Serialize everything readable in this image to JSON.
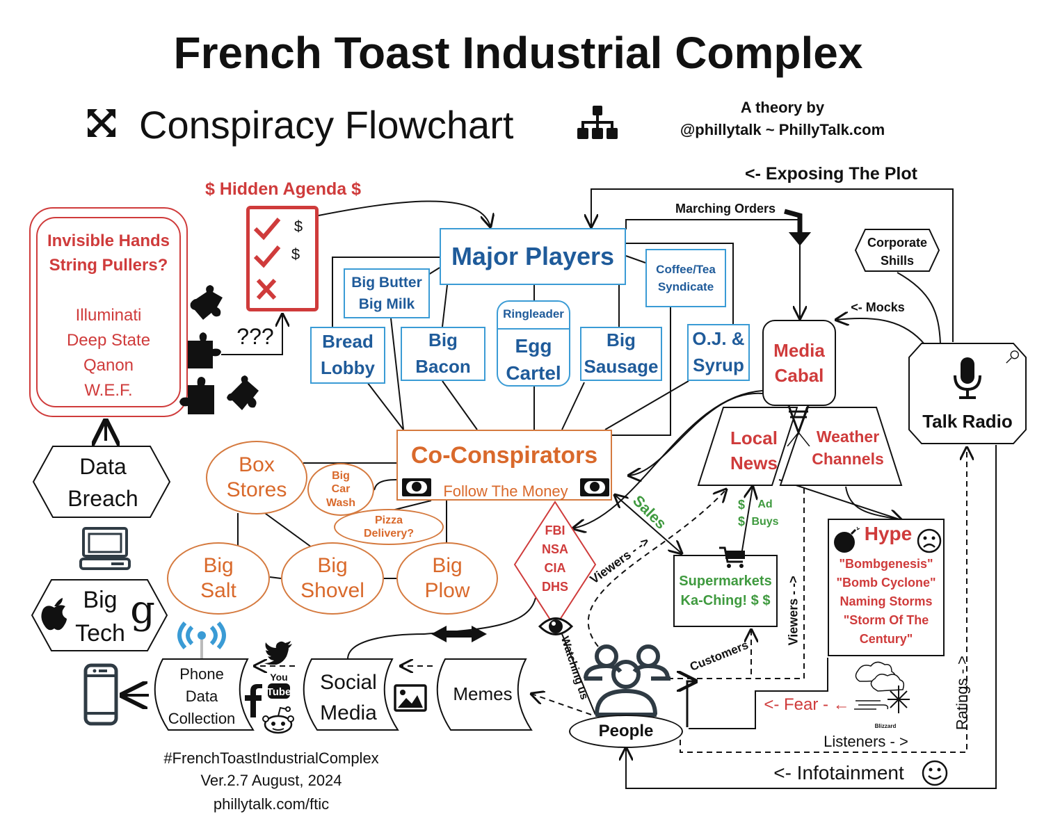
{
  "header": {
    "title": "French Toast Industrial Complex",
    "subtitle": "Conspiracy Flowchart",
    "subtitle_left_icon": "expand-arrows-icon",
    "subtitle_right_icon": "org-chart-icon",
    "credit_line1": "A theory by",
    "credit_line2": "@phillytalk ~ PhillyTalk.com"
  },
  "colors": {
    "blue_border": "#3a9bd5",
    "blue_text": "#1f5b9a",
    "red": "#cf3b3b",
    "orange": "#d9692b",
    "green": "#3f9a3f",
    "black": "#111111"
  },
  "labels": {
    "exposing_the_plot": "<- Exposing The Plot",
    "marching_orders": "Marching Orders",
    "hidden_agenda": "$ Hidden  Agenda $",
    "question_marks": "???",
    "mocks": "<- Mocks",
    "sales": "Sales",
    "viewers_diag": "Viewers - ->",
    "viewers_vert": "Viewers - ->",
    "ad_buys": "Ad\nBuys",
    "dollar_signs": "$\n$",
    "watching_us": "Watching us",
    "customers": "Customers",
    "fear": "<- Fear - ←",
    "blizzard_caption": "Blizzard",
    "listeners": "Listeners - >",
    "ratings": "Ratings - >",
    "infotainment": "<- Infotainment"
  },
  "agenda": {
    "items": [
      {
        "mark": "check",
        "value": "$"
      },
      {
        "mark": "check",
        "value": "$"
      },
      {
        "mark": "cross",
        "value": ""
      }
    ]
  },
  "invisible_hands": {
    "title": "Invisible Hands\nString Pullers?",
    "items": "Illuminati\nDeep State\nQanon\nW.E.F."
  },
  "major_players": {
    "title": "Major Players",
    "members": {
      "big_butter": "Big Butter\nBig Milk",
      "coffee_tea": "Coffee/Tea\nSyndicate",
      "bread_lobby": "Bread\nLobby",
      "big_bacon": "Big\nBacon",
      "ringleader": "Ringleader",
      "egg_cartel": "Egg\nCartel",
      "big_sausage": "Big\nSausage",
      "oj_syrup": "O.J. &\nSyrup"
    }
  },
  "co_conspirators": {
    "title": "Co-Conspirators",
    "subtitle": "Follow The Money",
    "members": {
      "box_stores": "Box\nStores",
      "big_car_wash": "Big\nCar\nWash",
      "pizza_delivery": "Pizza\nDelivery?",
      "big_salt": "Big\nSalt",
      "big_shovel": "Big\nShovel",
      "big_plow": "Big\nPlow"
    }
  },
  "agencies": "FBI\nNSA\nCIA\nDHS",
  "media": {
    "media_cabal": "Media\nCabal",
    "corporate_shills": "Corporate\nShills",
    "talk_radio": "Talk Radio",
    "local_news": "Local\nNews",
    "weather_channels": "Weather\nChannels",
    "supermarkets": "Supermarkets\nKa-Ching! $ $",
    "hype_title": "Hype",
    "hype_items": "\"Bombgenesis\"\n\"Bomb Cyclone\"\nNaming Storms\n\"Storm Of The\nCentury\""
  },
  "tech": {
    "data_breach": "Data\nBreach",
    "big_tech": "Big\nTech",
    "phone_data": "Phone\nData\nCollection",
    "social_media": "Social\nMedia",
    "memes": "Memes",
    "people": "People"
  },
  "footer": {
    "hashtag": "#FrenchToastIndustrialComplex",
    "version": "Ver.2.7 August, 2024",
    "url": "phillytalk.com/ftic"
  }
}
